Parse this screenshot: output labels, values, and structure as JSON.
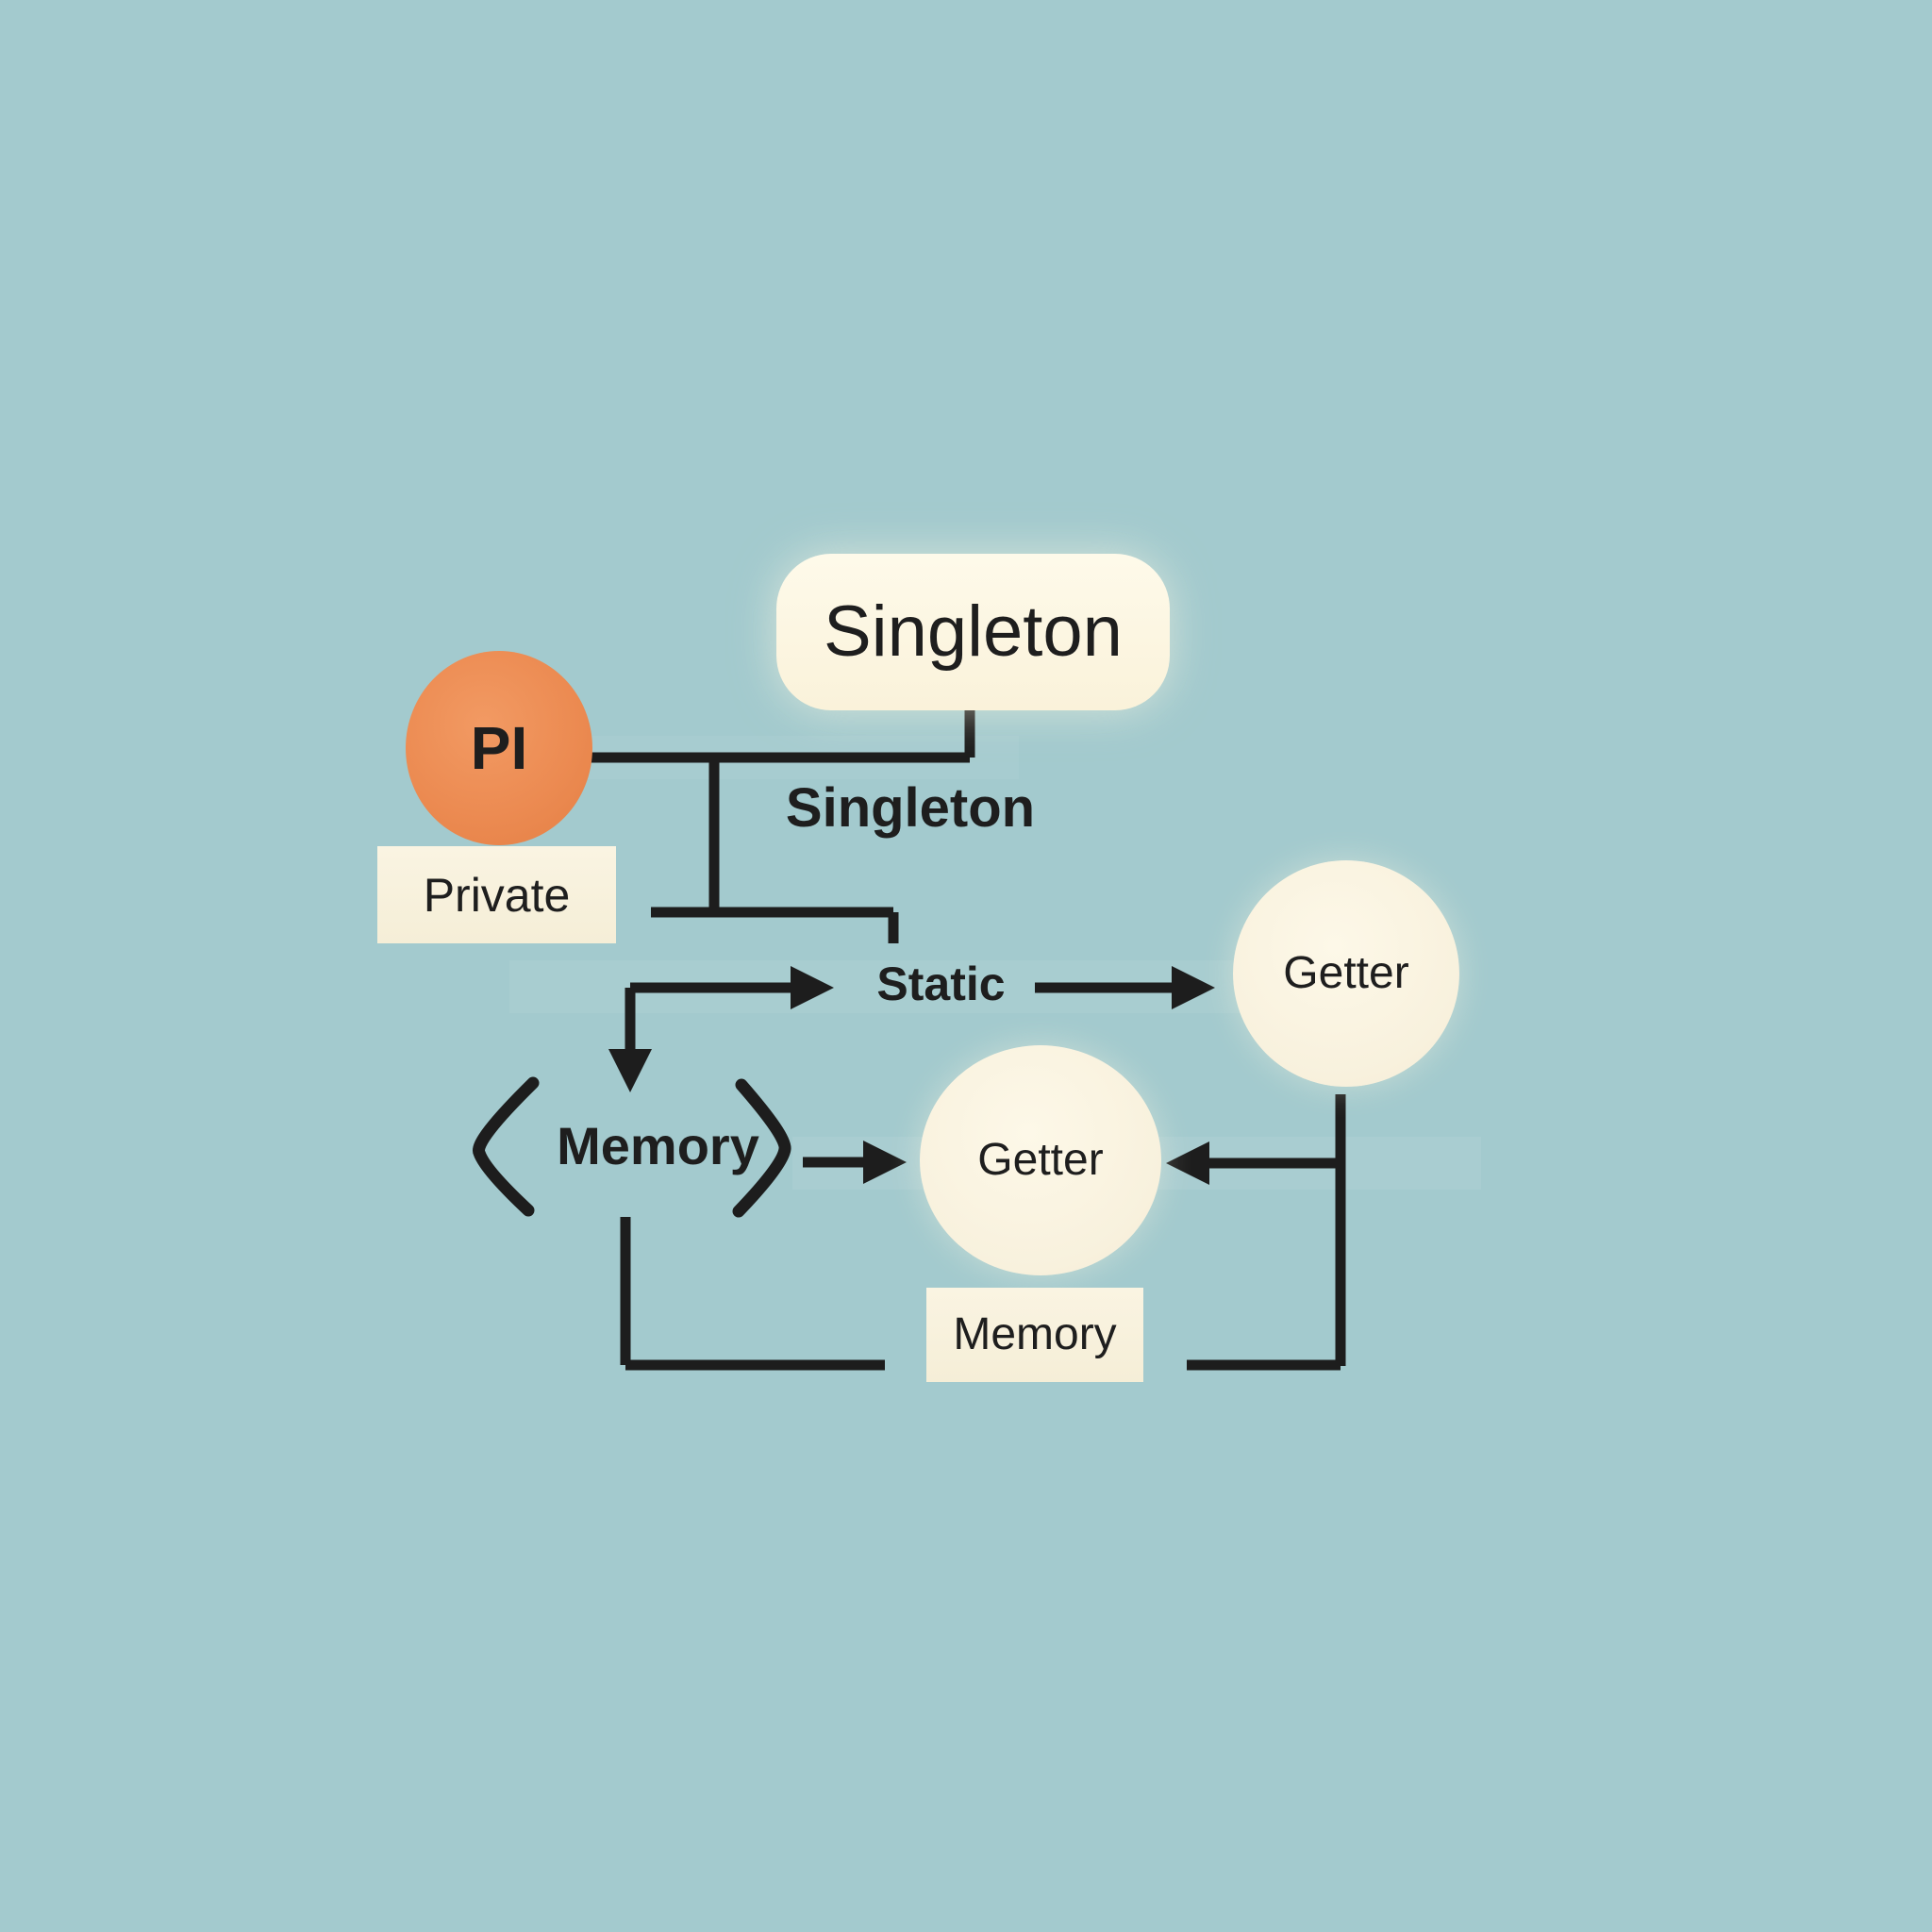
{
  "colors": {
    "background": "#a3cace",
    "line": "#1d1d1d",
    "cream": "#f9f2de",
    "cream-bright": "#fdf8e8",
    "orange": "#ec8b52",
    "orange-deep": "#e47f44",
    "text": "#1e1e1e"
  },
  "diagram": {
    "nodes": {
      "singleton_box": "Singleton",
      "pi_circle": "PI",
      "private_box": "Private",
      "singleton_label": "Singleton",
      "static_label": "Static",
      "getter_top_circle": "Getter",
      "memory_bracketed": "Memory",
      "getter_center_circle": "Getter",
      "memory_box": "Memory"
    }
  }
}
